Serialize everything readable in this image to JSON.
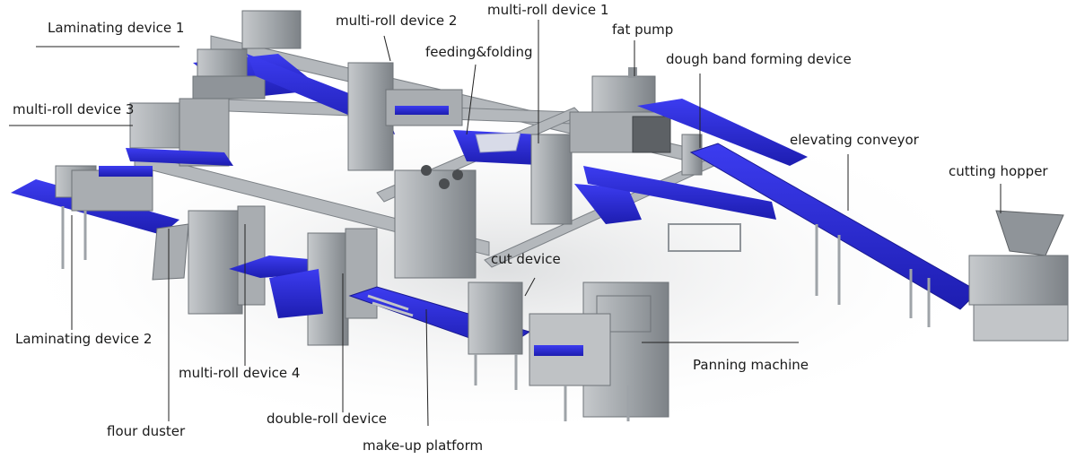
{
  "labels": {
    "laminating_1": "Laminating device 1",
    "multi_roll_2": "multi-roll device 2",
    "multi_roll_1": "multi-roll device 1",
    "fat_pump": "fat pump",
    "feeding_folding": "feeding&folding",
    "dough_band_forming": "dough band forming device",
    "multi_roll_3": "multi-roll device 3",
    "elevating_conveyor": "elevating conveyor",
    "cutting_hopper": "cutting hopper",
    "cut_device": "cut device",
    "laminating_2": "Laminating device 2",
    "panning_machine": "Panning machine",
    "multi_roll_4": "multi-roll device 4",
    "flour_duster": "flour duster",
    "double_roll": "double-roll device",
    "make_up_platform": "make-up platform"
  },
  "colors": {
    "belt_blue": "#2a2ad0",
    "machine_grey": "#9ea3a8",
    "frame_grey": "#b8bcc0",
    "dark_grey": "#6e7378",
    "leader_line": "#222222"
  }
}
